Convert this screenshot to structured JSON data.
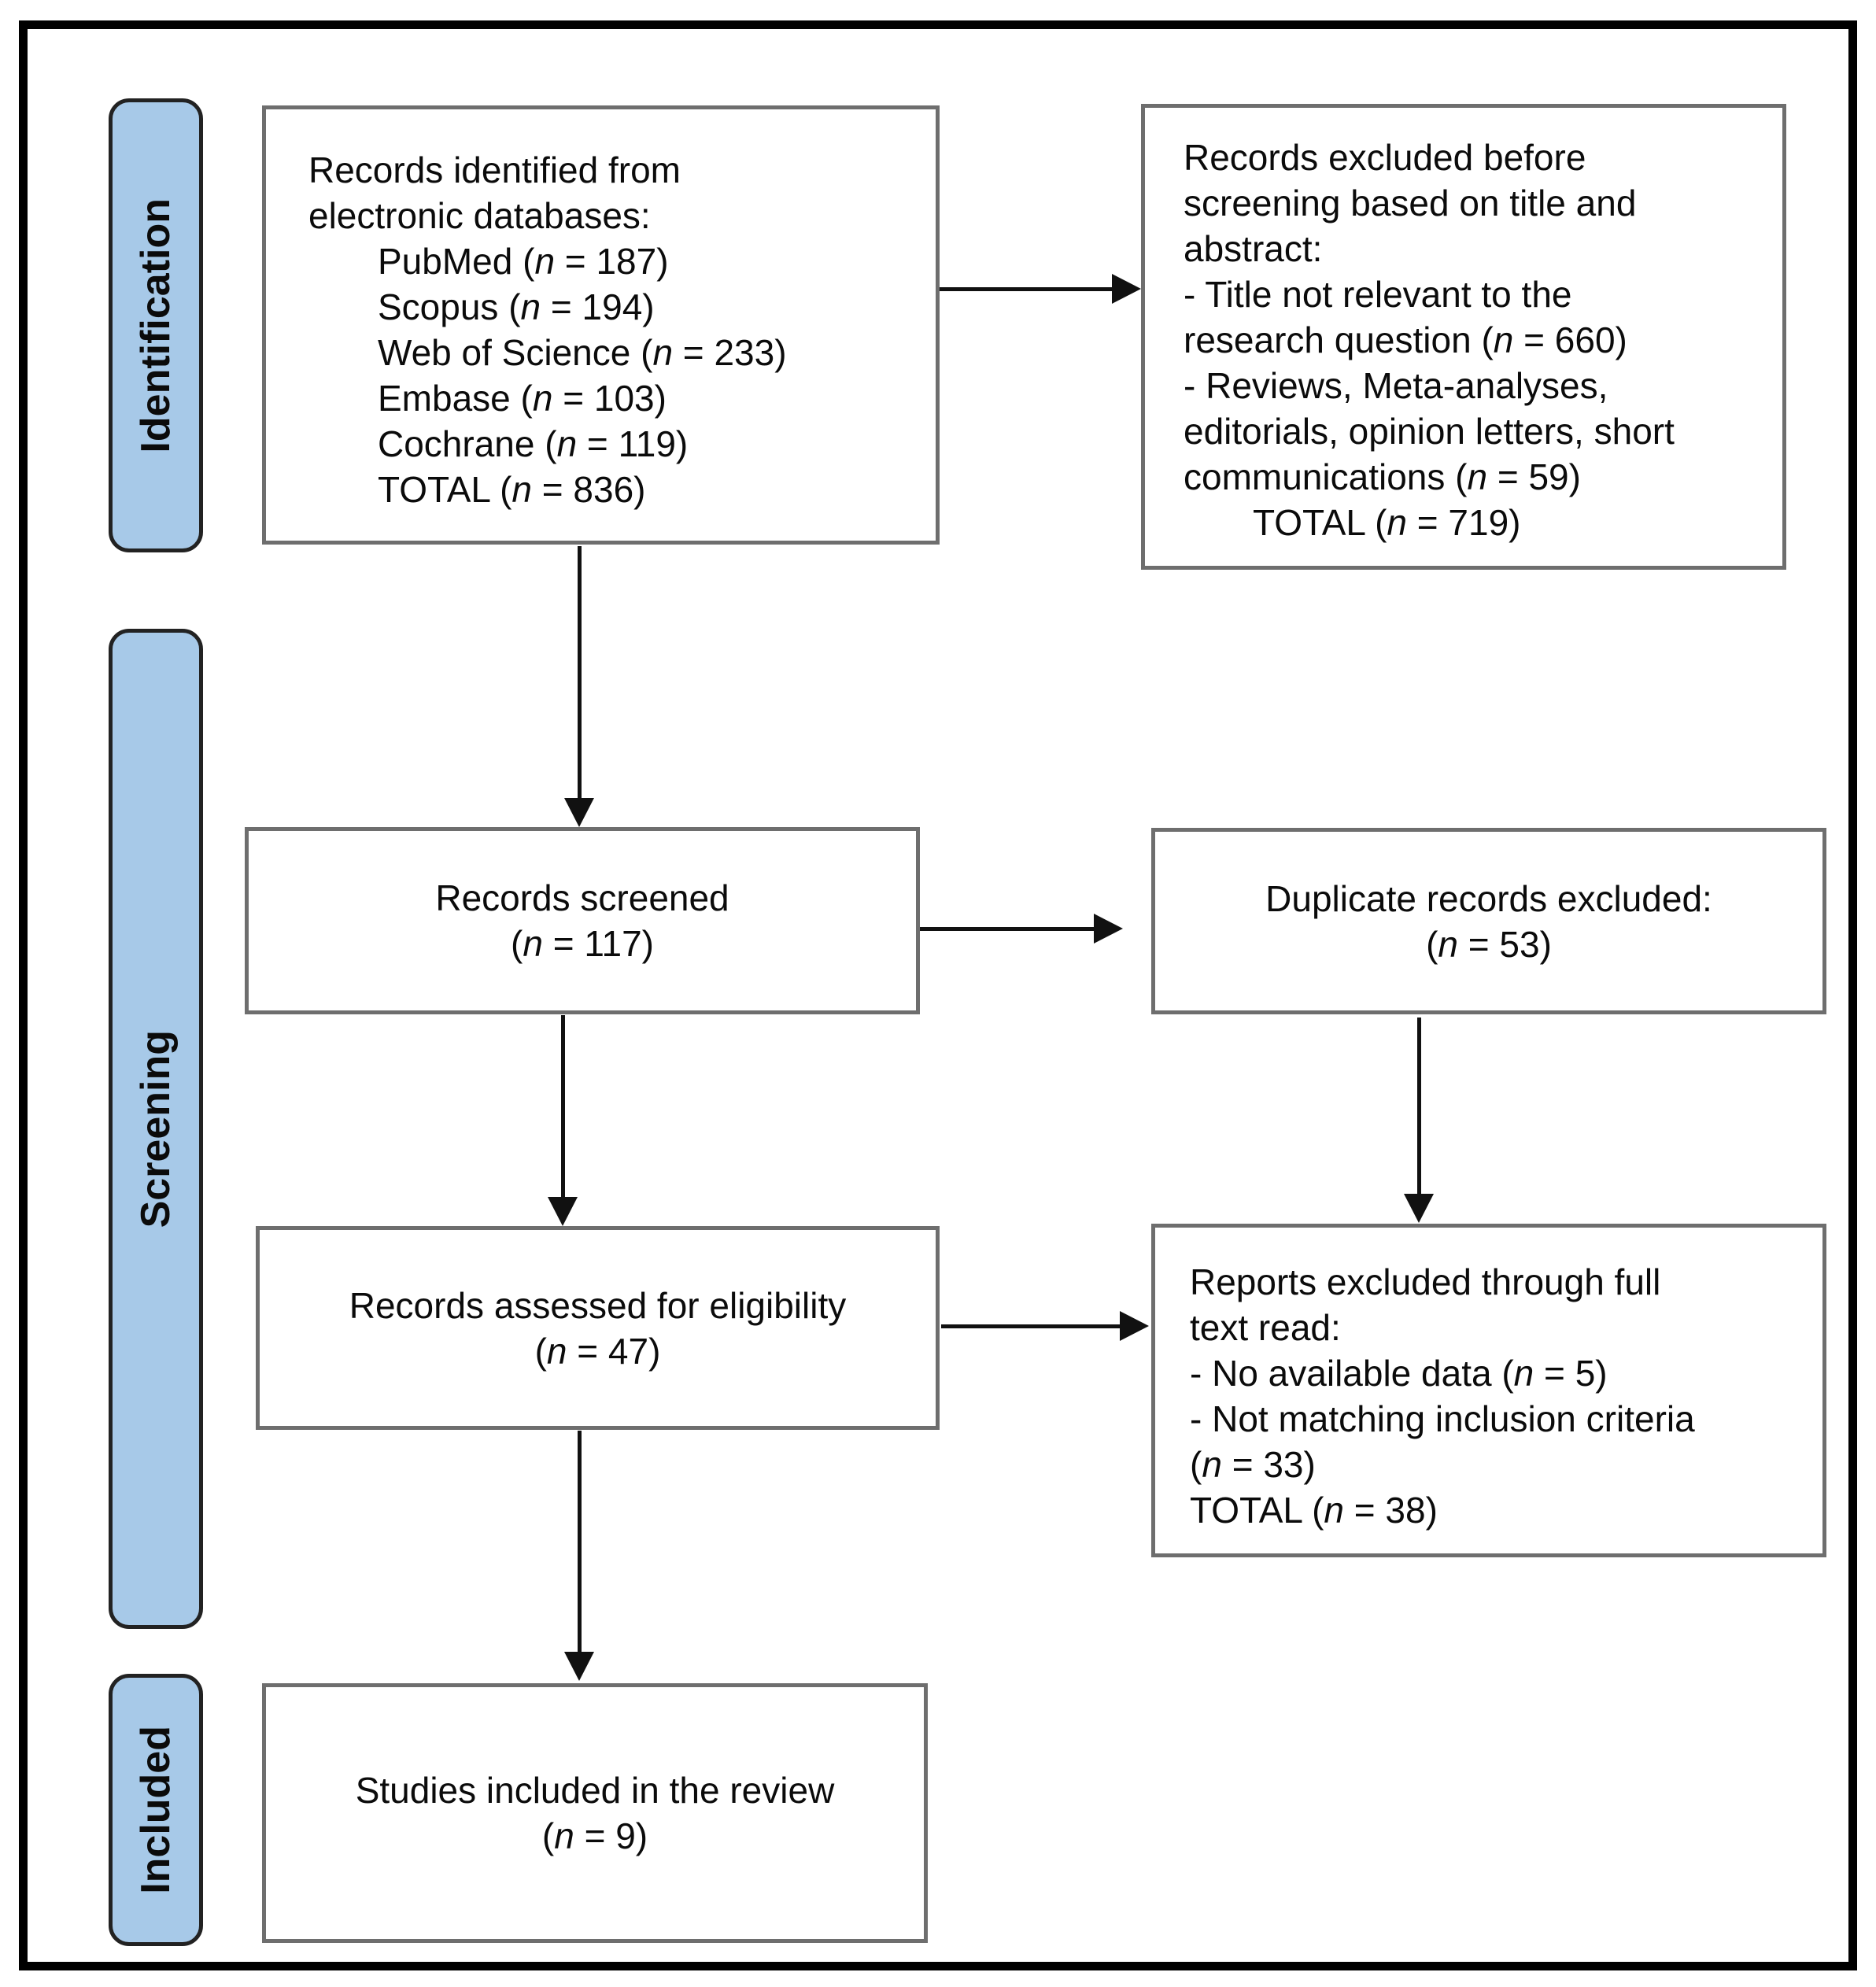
{
  "colors": {
    "stage_fill": "#A7C9E8",
    "stage_border": "#222222",
    "box_border": "#6E6E6E",
    "arrow": "#111111",
    "frame_border": "#000000"
  },
  "stages": {
    "identification": "Identification",
    "screening": "Screening",
    "included": "Included"
  },
  "boxes": {
    "identified": {
      "lines": [
        "Records identified from",
        "electronic databases:",
        "\tPubMed (n = 187)",
        "\tScopus (n = 194)",
        "\tWeb of Science (n = 233)",
        "\tEmbase (n = 103)",
        "\tCochrane (n = 119)",
        "\tTOTAL (n = 836)"
      ]
    },
    "excluded_before_screening": {
      "lines": [
        "Records excluded before",
        "screening based on title and",
        "abstract:",
        "- Title not relevant to the",
        "research question (n = 660)",
        "- Reviews, Meta-analyses,",
        "editorials, opinion letters, short",
        "communications (n = 59)",
        "\tTOTAL (n = 719)"
      ]
    },
    "screened": {
      "lines": [
        "Records screened",
        "(n = 117)"
      ]
    },
    "duplicates_excluded": {
      "lines": [
        "Duplicate records excluded:",
        "(n = 53)"
      ]
    },
    "assessed": {
      "lines": [
        "Records assessed for eligibility",
        "(n = 47)"
      ]
    },
    "excluded_full_text": {
      "lines": [
        "Reports excluded through full",
        "text read:",
        "- No available data (n = 5)",
        "- Not matching inclusion criteria",
        "(n = 33)",
        "TOTAL (n = 38)"
      ]
    },
    "included_studies": {
      "lines": [
        "Studies included in the review",
        "(n = 9)"
      ]
    }
  }
}
